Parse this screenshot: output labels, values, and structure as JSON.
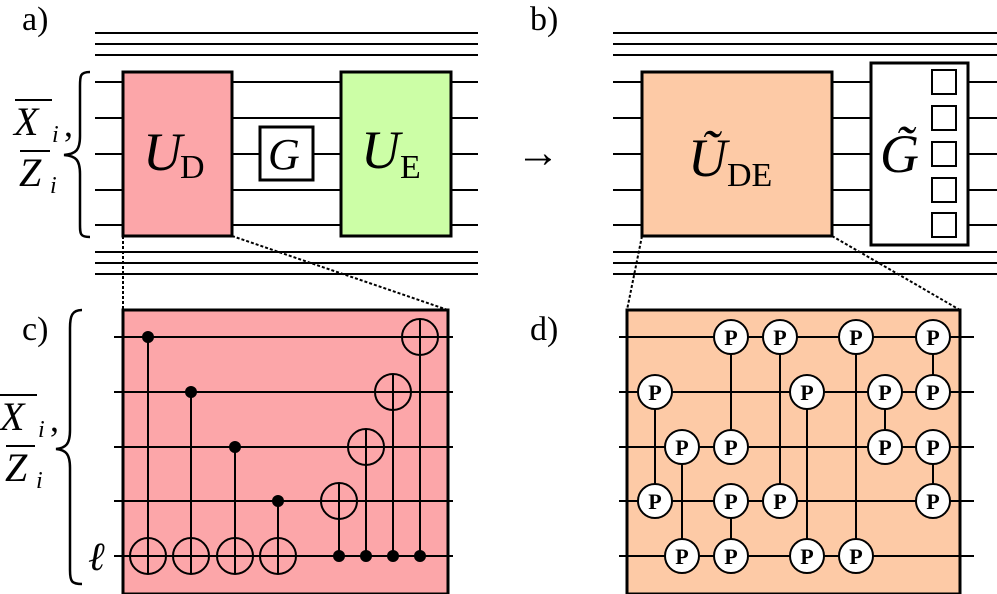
{
  "panels": {
    "a": {
      "label": "a)",
      "side_label_top": "X",
      "side_label_top_sub": "i",
      "side_label_comma": ",",
      "side_label_bottom": "Z",
      "side_label_bottom_sub": "i",
      "decoder": {
        "main": "U",
        "sub": "D",
        "color": "#fca6a9"
      },
      "gate": {
        "main": "G"
      },
      "encoder": {
        "main": "U",
        "sub": "E",
        "color": "#ccfea6"
      }
    },
    "arrow": "→",
    "b": {
      "label": "b)",
      "combined": {
        "main": "Ũ",
        "sub": "DE",
        "color": "#fdcaa6"
      },
      "gate": {
        "main": "G̃"
      },
      "measurement_boxes": 5
    },
    "c": {
      "label": "c)",
      "side_label_top": "X",
      "side_label_top_sub": "i",
      "side_label_comma": ",",
      "side_label_bottom": "Z",
      "side_label_bottom_sub": "i",
      "ancilla_label": "ℓ",
      "color": "#fca6a9",
      "cnots": [
        {
          "control": 0,
          "target": 4
        },
        {
          "control": 1,
          "target": 4
        },
        {
          "control": 2,
          "target": 4
        },
        {
          "control": 3,
          "target": 4
        },
        {
          "control": 4,
          "target": 3
        },
        {
          "control": 4,
          "target": 2
        },
        {
          "control": 4,
          "target": 1
        },
        {
          "control": 4,
          "target": 0
        }
      ]
    },
    "d": {
      "label": "d)",
      "color": "#fdcaa6",
      "gate_symbol": "P",
      "columns": [
        {
          "pairs": [
            [
              1,
              3
            ]
          ]
        },
        {
          "pairs": [
            [
              2,
              4
            ]
          ]
        },
        {
          "pairs": [
            [
              0,
              2
            ],
            [
              3,
              4
            ]
          ]
        },
        {
          "pairs": [
            [
              0,
              3
            ]
          ]
        },
        {
          "pairs": [
            [
              1,
              4
            ]
          ]
        },
        {
          "pairs": [
            [
              0,
              4
            ]
          ]
        },
        {
          "pairs": [
            [
              1,
              2
            ]
          ]
        },
        {
          "pairs": [
            [
              0,
              1
            ],
            [
              2,
              3
            ]
          ]
        }
      ]
    }
  }
}
